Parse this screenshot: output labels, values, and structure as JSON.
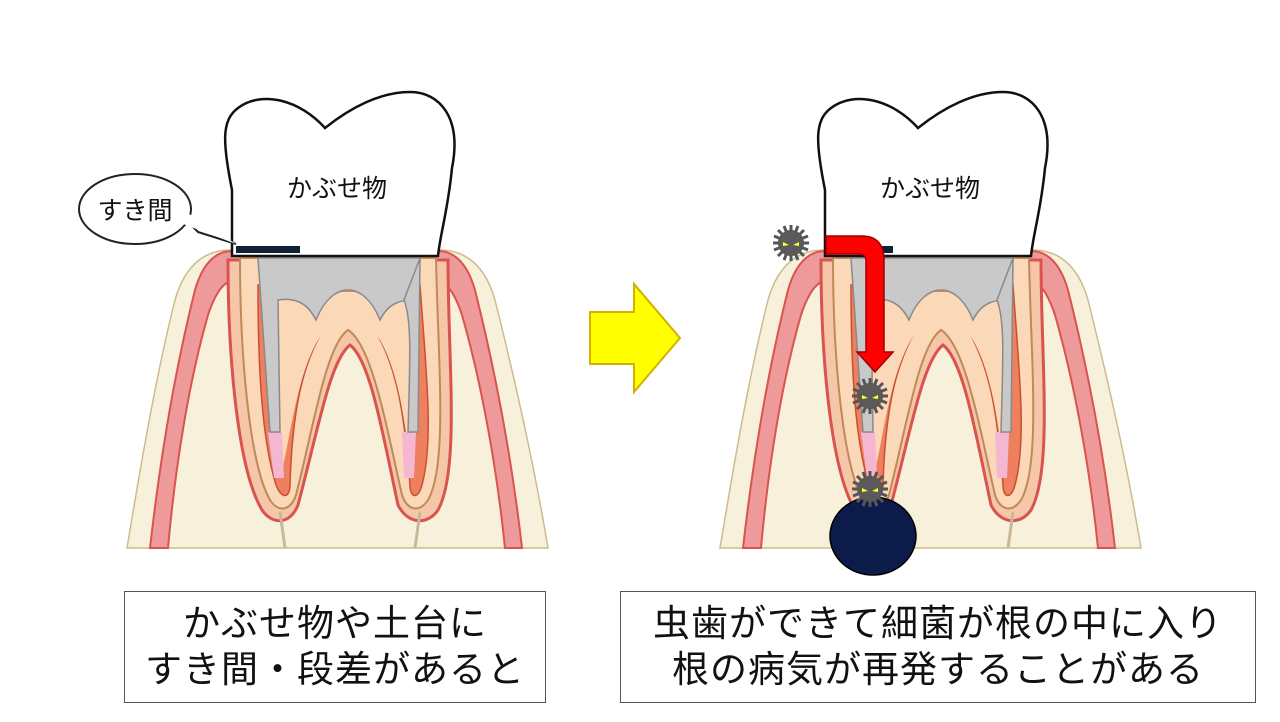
{
  "left_panel": {
    "crown_label": "かぶせ物",
    "gap_bubble_label": "すき間",
    "caption_lines": [
      "かぶせ物や土台に",
      "すき間・段差があると"
    ]
  },
  "right_panel": {
    "crown_label": "かぶせ物",
    "caption_lines": [
      "虫歯ができて細菌が根の中に入り",
      "根の病気が再発することがある"
    ]
  },
  "icons": {
    "transition_arrow": "right-arrow-icon",
    "bacteria": "bacteria-icon",
    "infection_path": "down-arrow-icon",
    "lesion": "root-lesion-icon"
  },
  "colors": {
    "gum": "#ef9a9a",
    "gum_edge": "#d9534f",
    "bone": "#f7f1dc",
    "dentin": "#fad8b8",
    "pulp": "#ee8060",
    "post": "#c9c9c9",
    "crown": "#ffffff",
    "transition_arrow_fill": "#ffff00",
    "infection_arrow": "#ff0000",
    "lesion_fill": "#0d1b4a",
    "bacteria_body": "#555555",
    "bacteria_eyes": "#ffff33"
  }
}
